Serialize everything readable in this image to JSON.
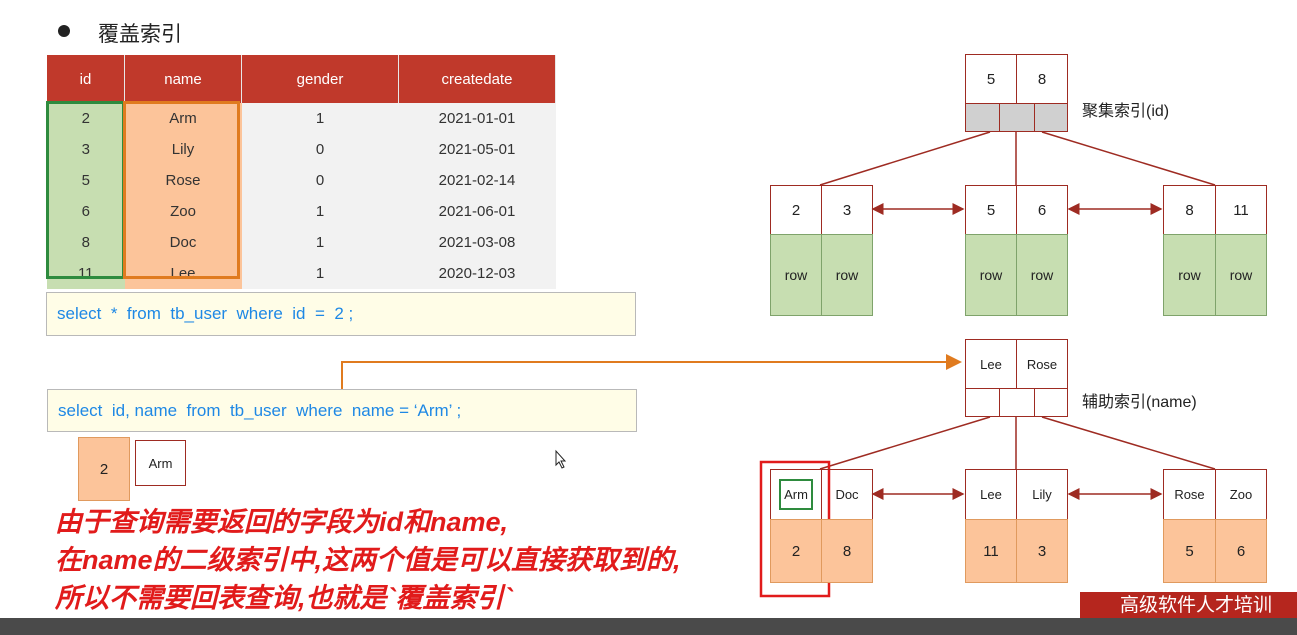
{
  "heading": "覆盖索引",
  "table": {
    "columns": [
      "id",
      "name",
      "gender",
      "createdate"
    ],
    "rows": [
      [
        "2",
        "Arm",
        "1",
        "2021-01-01"
      ],
      [
        "3",
        "Lily",
        "0",
        "2021-05-01"
      ],
      [
        "5",
        "Rose",
        "0",
        "2021-02-14"
      ],
      [
        "6",
        "Zoo",
        "1",
        "2021-06-01"
      ],
      [
        "8",
        "Doc",
        "1",
        "2021-03-08"
      ],
      [
        "11",
        "Lee",
        "1",
        "2020-12-03"
      ]
    ]
  },
  "sql1": "select  *  from  tb_user  where  id  =  2 ;",
  "sql2": "select  id, name  from  tb_user  where  name = ‘Arm’ ;",
  "result": {
    "id": "2",
    "name": "Arm"
  },
  "clustered": {
    "label": "聚集索引(id)",
    "root": [
      "5",
      "8"
    ],
    "leaves": [
      {
        "keys": [
          "2",
          "3"
        ],
        "data": [
          "row",
          "row"
        ]
      },
      {
        "keys": [
          "5",
          "6"
        ],
        "data": [
          "row",
          "row"
        ]
      },
      {
        "keys": [
          "8",
          "11"
        ],
        "data": [
          "row",
          "row"
        ]
      }
    ]
  },
  "secondary": {
    "label": "辅助索引(name)",
    "root": [
      "Lee",
      "Rose"
    ],
    "leaves": [
      {
        "keys": [
          "Arm",
          "Doc"
        ],
        "data": [
          "2",
          "8"
        ]
      },
      {
        "keys": [
          "Lee",
          "Lily"
        ],
        "data": [
          "11",
          "3"
        ]
      },
      {
        "keys": [
          "Rose",
          "Zoo"
        ],
        "data": [
          "5",
          "6"
        ]
      }
    ]
  },
  "note": [
    "由于查询需要返回的字段为id和name,",
    "在name的二级索引中,这两个值是可以直接获取到的,",
    "所以不需要回表查询,也就是`覆盖索引`"
  ],
  "banner": "高级软件人才培训"
}
